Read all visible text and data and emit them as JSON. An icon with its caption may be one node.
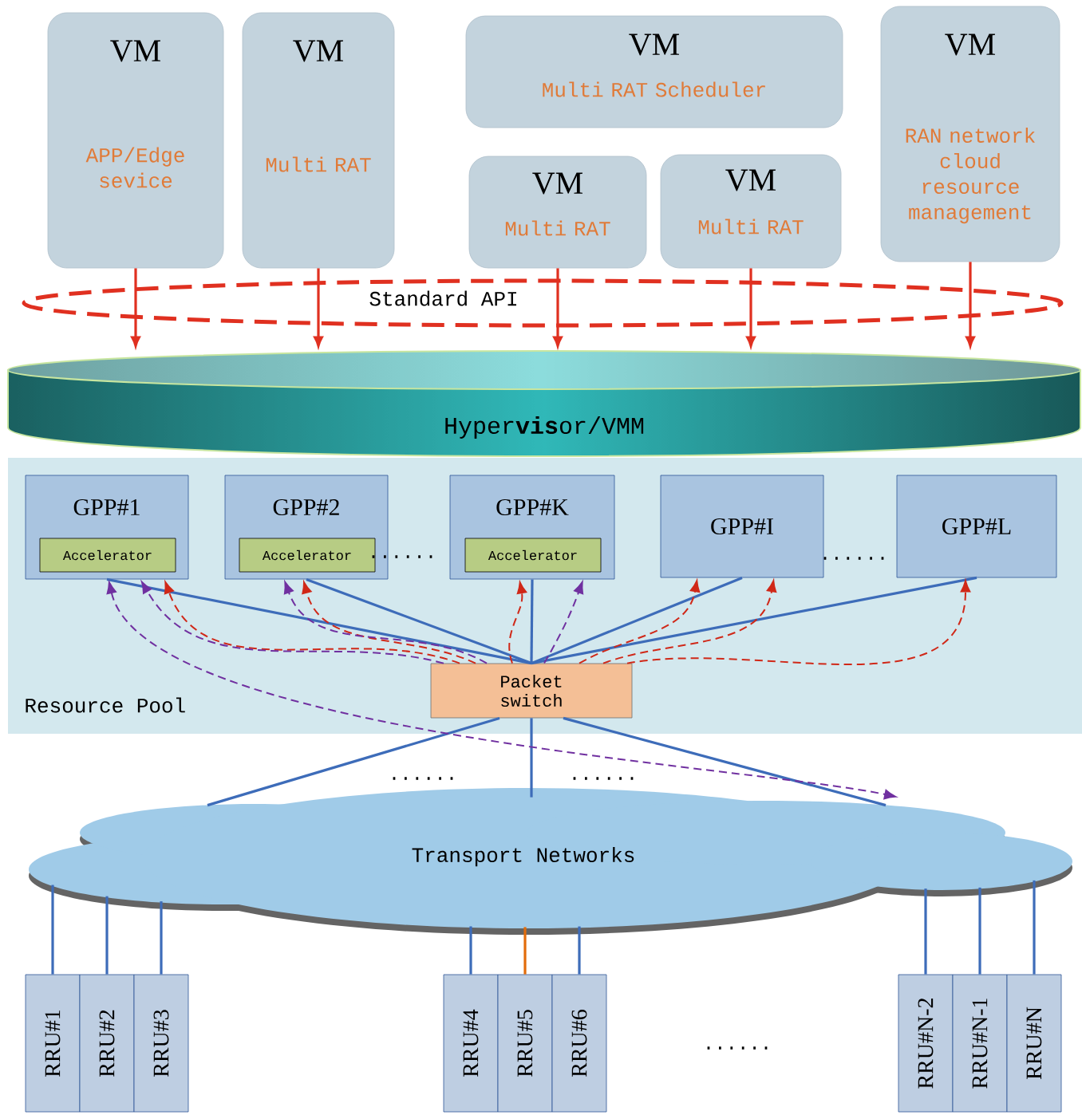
{
  "diagram": {
    "nodes": [
      {
        "text": [
          "VM",
          "APP/Edge sevice"
        ]
      },
      {
        "text": [
          "VM",
          "Multi RAT"
        ]
      },
      {
        "text": [
          "VM",
          "Multi RAT Scheduler"
        ]
      },
      {
        "text": [
          "VM",
          "Multi RAT"
        ]
      },
      {
        "text": [
          "VM",
          "Multi RAT"
        ]
      },
      {
        "text": [
          "VM",
          "RAN network cloud resource management"
        ]
      },
      {
        "text": [
          "Hyper**vis**or/VMM"
        ]
      },
      {
        "text": [
          "Resource Pool"
        ]
      },
      {
        "text": [
          "GPP#1"
        ],
        "in": 7
      },
      {
        "text": [
          "Accelerator"
        ],
        "in": 8
      },
      {
        "text": [
          "GPP#2"
        ],
        "in": 7
      },
      {
        "text": [
          "Accelerator"
        ],
        "in": 10
      },
      {
        "text": [
          "GPP#K"
        ],
        "in": 7
      },
      {
        "text": [
          "Accelerator"
        ],
        "in": 12
      },
      {
        "text": [
          "GPP#I"
        ],
        "in": 7
      },
      {
        "text": [
          "GPP#L"
        ],
        "in": 7
      },
      {
        "text": [
          "Packet switch"
        ],
        "in": 7
      },
      {
        "text": [
          "Transport Networks"
        ]
      },
      {
        "text": [
          "RRU#1"
        ]
      },
      {
        "text": [
          "RRU#2"
        ]
      },
      {
        "text": [
          "RRU#3"
        ]
      },
      {
        "text": [
          "RRU#4"
        ]
      },
      {
        "text": [
          "RRU#5"
        ]
      },
      {
        "text": [
          "RRU#6"
        ]
      },
      {
        "text": [
          "RRU#N-2"
        ]
      },
      {
        "text": [
          "RRU#N-1"
        ]
      },
      {
        "text": [
          "RRU#N"
        ]
      }
    ],
    "edges": [
      {
        "from": 0,
        "to": 6,
        "arrow": "to",
        "color": "#e03020"
      },
      {
        "from": 1,
        "to": 6,
        "arrow": "to",
        "color": "#e03020"
      },
      {
        "from": 3,
        "to": 6,
        "arrow": "to",
        "color": "#e03020"
      },
      {
        "from": 4,
        "to": 6,
        "arrow": "to",
        "color": "#e03020"
      },
      {
        "from": 5,
        "to": 6,
        "arrow": "to",
        "color": "#e03020"
      },
      {
        "from": 16,
        "to": 8,
        "arrow": "none"
      },
      {
        "from": 16,
        "to": 10,
        "arrow": "none"
      },
      {
        "from": 16,
        "to": 12,
        "arrow": "none"
      },
      {
        "from": 16,
        "to": 14,
        "arrow": "none"
      },
      {
        "from": 16,
        "to": 15,
        "arrow": "none"
      },
      {
        "from": 16,
        "to": 17,
        "arrow": "none"
      },
      {
        "from": 16,
        "to": 17,
        "arrow": "none"
      },
      {
        "from": 16,
        "to": 17,
        "arrow": "none"
      },
      {
        "from": 17,
        "to": 18,
        "arrow": "none"
      },
      {
        "from": 17,
        "to": 19,
        "arrow": "none"
      },
      {
        "from": 17,
        "to": 20,
        "arrow": "none"
      },
      {
        "from": 17,
        "to": 21,
        "arrow": "none"
      },
      {
        "from": 17,
        "to": 22,
        "arrow": "none",
        "color": "#e36c0a"
      },
      {
        "from": 17,
        "to": 23,
        "arrow": "none"
      },
      {
        "from": 17,
        "to": 24,
        "arrow": "none"
      },
      {
        "from": 17,
        "to": 25,
        "arrow": "none"
      },
      {
        "from": 17,
        "to": 26,
        "arrow": "none"
      },
      {
        "from": 16,
        "to": 8,
        "arrow": "to",
        "style": "dashed",
        "color": "#d02818"
      },
      {
        "from": 16,
        "to": 10,
        "arrow": "to",
        "style": "dashed",
        "color": "#d02818"
      },
      {
        "from": 16,
        "to": 12,
        "arrow": "to",
        "style": "dashed",
        "color": "#d02818"
      },
      {
        "from": 16,
        "to": 14,
        "arrow": "to",
        "style": "dashed",
        "color": "#d02818"
      },
      {
        "from": 16,
        "to": 14,
        "arrow": "to",
        "style": "dashed",
        "color": "#d02818"
      },
      {
        "from": 16,
        "to": 15,
        "arrow": "to",
        "style": "dashed",
        "color": "#d02818"
      },
      {
        "from": 16,
        "to": 8,
        "arrow": "to",
        "style": "dashed",
        "color": "#7030a0"
      },
      {
        "from": 16,
        "to": 10,
        "arrow": "to",
        "style": "dashed",
        "color": "#7030a0"
      },
      {
        "from": 16,
        "to": 12,
        "arrow": "to",
        "style": "dashed",
        "color": "#7030a0"
      },
      {
        "from": 8,
        "to": 17,
        "arrow": "both",
        "style": "dashed",
        "color": "#7030a0"
      }
    ],
    "labels": [
      "Standard API",
      "......",
      "......",
      "......",
      "......",
      "......"
    ]
  }
}
